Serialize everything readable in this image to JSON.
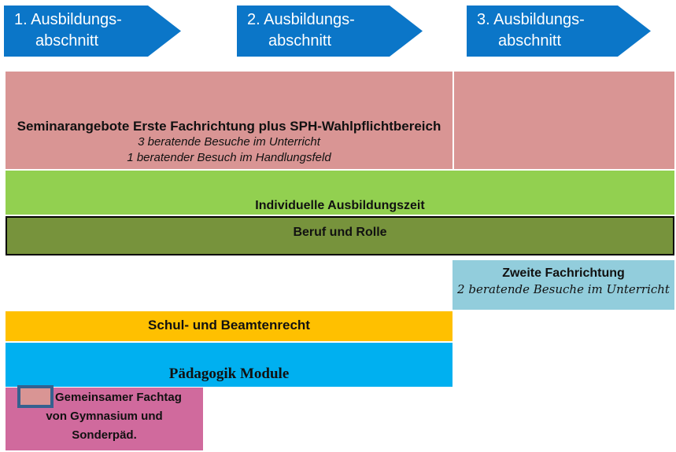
{
  "arrows": [
    {
      "line1": "1. Ausbildungs-",
      "line2": "abschnitt"
    },
    {
      "line1": "2. Ausbildungs-",
      "line2": "abschnitt"
    },
    {
      "line1": "3. Ausbildungs-",
      "line2": "abschnitt"
    }
  ],
  "sections": {
    "seminar": {
      "title": "Seminarangebote Erste Fachrichtung plus SPH-Wahlpflichtbereich",
      "visits_line1": "3 beratende Besuche im Unterricht",
      "visits_line2": "1 beratender Besuch im Handlungsfeld"
    },
    "individuelle_ausbildungszeit": {
      "label": "Individuelle Ausbildungszeit"
    },
    "beruf_und_rolle": {
      "label": "Beruf und Rolle"
    },
    "zweite_fachrichtung": {
      "title": "Zweite Fachrichtung",
      "visits": "2 beratende Besuche im Unterricht"
    },
    "schul_und_beamtenrecht": {
      "label": "Schul- und Beamtenrecht"
    },
    "paedagogik_module": {
      "label": "Pädagogik Module"
    },
    "gemeinsamer_fachtag": {
      "line1": "Gemeinsamer Fachtag",
      "line2": "von Gymnasium und",
      "line3": "Sonderpäd."
    }
  },
  "colors": {
    "arrow_blue": "#0b76c8",
    "rose": "#d99594",
    "light_green": "#92d050",
    "olive": "#77933c",
    "sky": "#92cddc",
    "amber": "#ffc000",
    "azure": "#00b0f0",
    "magenta": "#d06a9d",
    "square_border": "#35618f",
    "text_black": "#111111",
    "arrow_text_white": "#ffffff"
  }
}
